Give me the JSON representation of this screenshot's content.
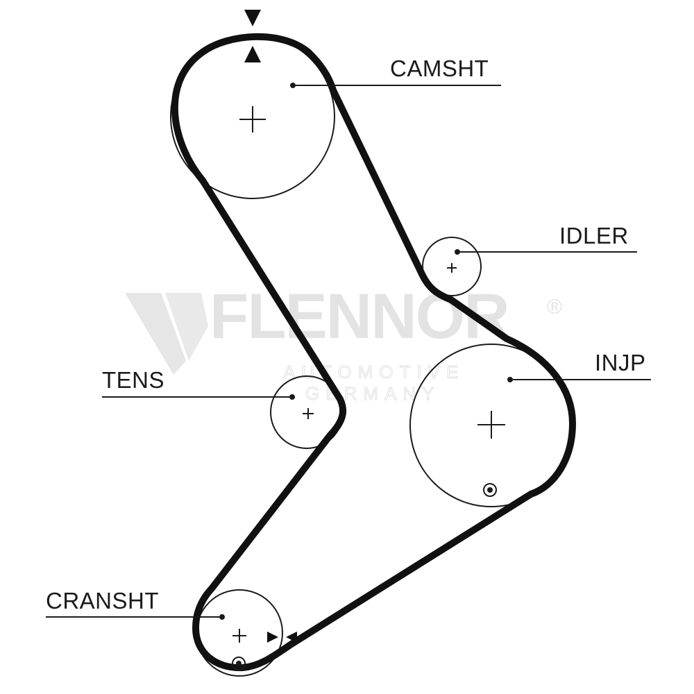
{
  "watermark": {
    "brand": "FLENNOR",
    "registered": "®",
    "line1": "AUTOMOTIVE",
    "line2": "GERMANY"
  },
  "labels": {
    "camshaft": "CAMSHT",
    "idler": "IDLER",
    "injection_pump": "INJP",
    "tensioner": "TENS",
    "crankshaft": "CRANSHT"
  },
  "colors": {
    "belt": "#111111",
    "line": "#1a1a1a",
    "watermark": "#e3e3e3"
  }
}
